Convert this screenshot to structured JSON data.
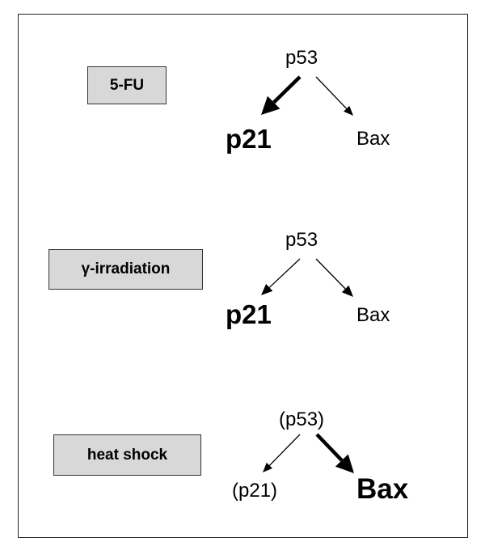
{
  "panels": [
    {
      "stimulus": "5-FU",
      "source": "p53",
      "left_target": "p21",
      "right_target": "Bax",
      "left_emphasis": "strong",
      "right_emphasis": "weak"
    },
    {
      "stimulus": "γ-irradiation",
      "source": "p53",
      "left_target": "p21",
      "right_target": "Bax",
      "left_emphasis": "normal",
      "right_emphasis": "normal"
    },
    {
      "stimulus": "heat shock",
      "source": "(p53)",
      "left_target": "(p21)",
      "right_target": "Bax",
      "left_emphasis": "weak",
      "right_emphasis": "strong"
    }
  ],
  "colors": {
    "ink": "#000000",
    "box_fill": "#d8d8d8"
  }
}
